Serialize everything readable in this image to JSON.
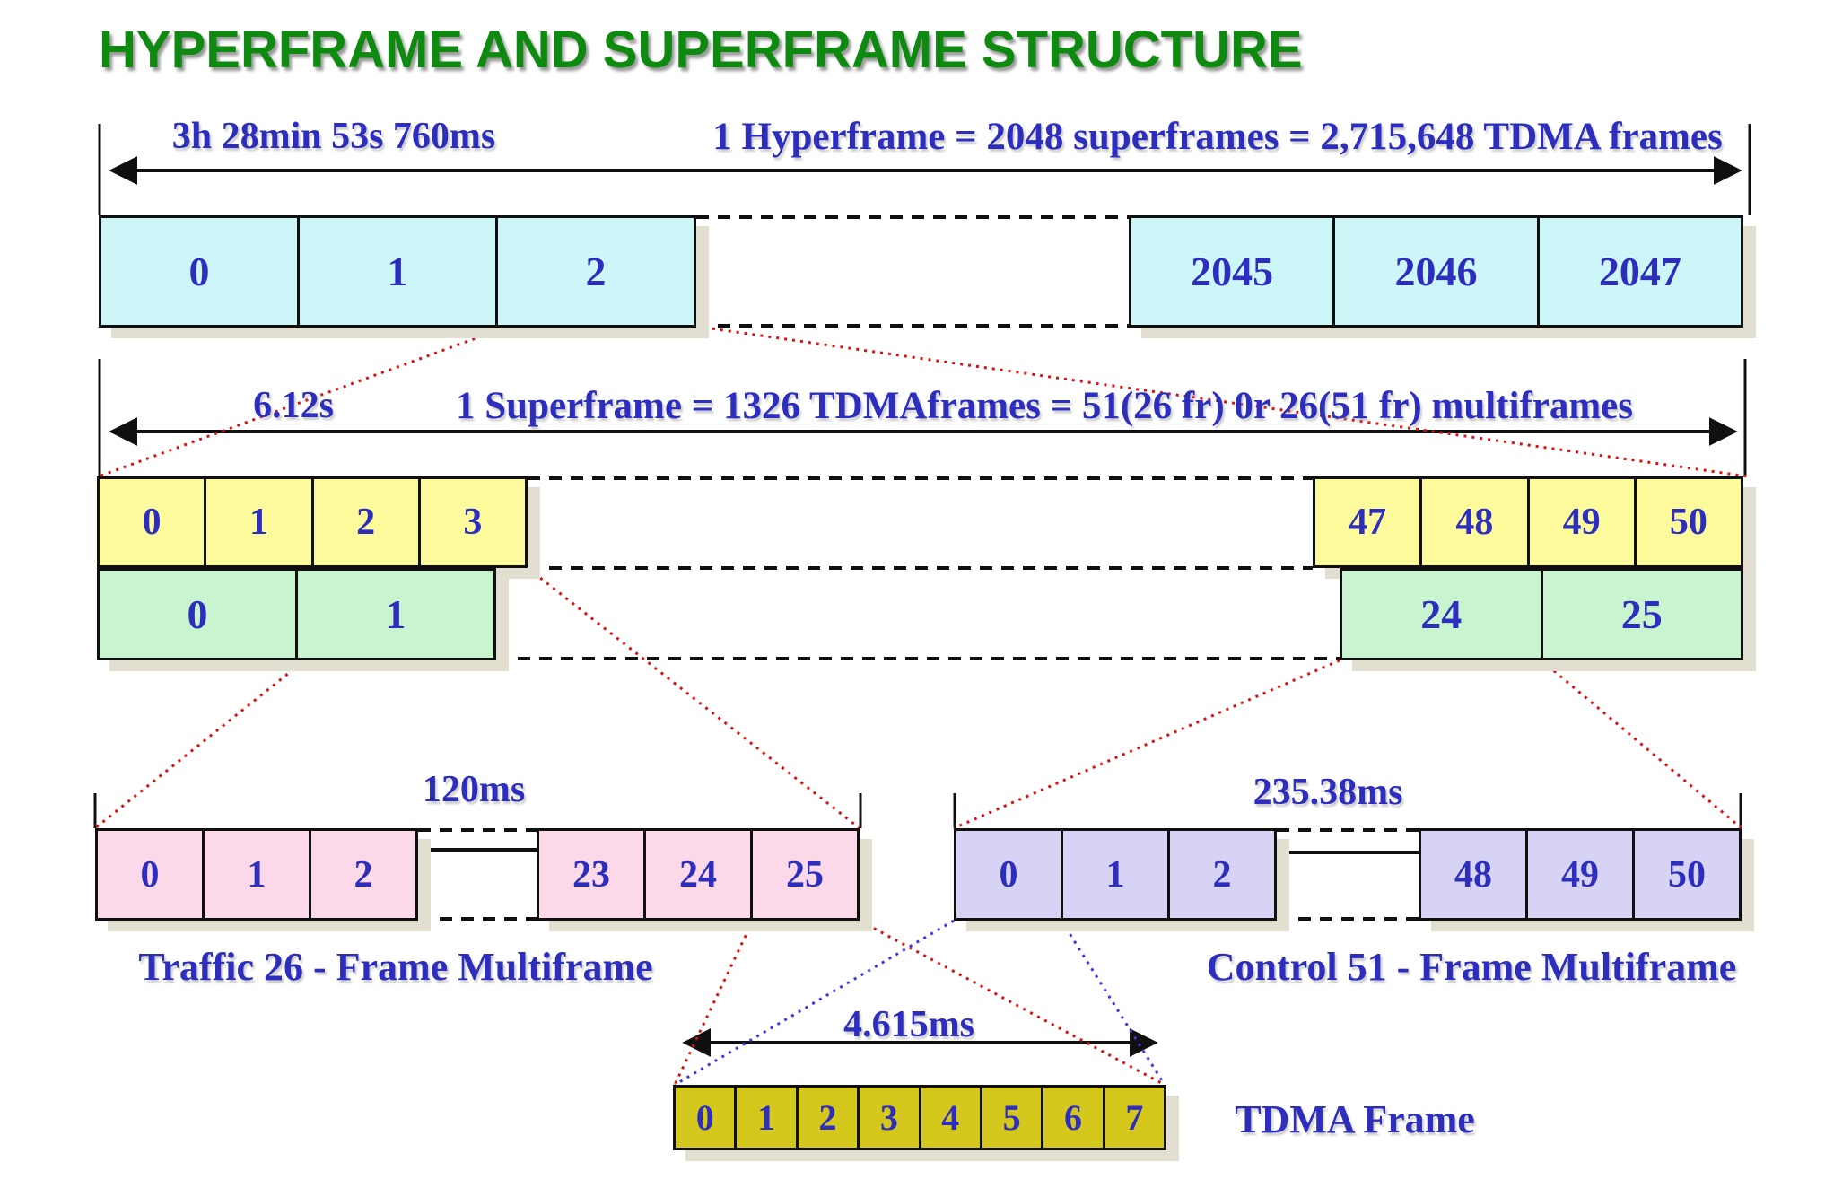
{
  "title": "HYPERFRAME AND SUPERFRAME STRUCTURE",
  "hyperframe": {
    "duration_label": "3h 28min 53s 760ms",
    "formula_label": "1 Hyperframe = 2048 superframes = 2,715,648 TDMA frames",
    "cells_left": [
      "0",
      "1",
      "2"
    ],
    "cells_right": [
      "2045",
      "2046",
      "2047"
    ]
  },
  "superframe": {
    "duration_label": "6.12s",
    "formula_label": "1 Superframe = 1326 TDMAframes = 51(26 fr) 0r 26(51 fr) multiframes",
    "multiframe26_row": {
      "cells_left": [
        "0",
        "1",
        "2",
        "3"
      ],
      "cells_right": [
        "47",
        "48",
        "49",
        "50"
      ]
    },
    "multiframe51_row": {
      "cells_left": [
        "0",
        "1"
      ],
      "cells_right": [
        "24",
        "25"
      ]
    }
  },
  "traffic_multiframe": {
    "duration_label": "120ms",
    "caption": "Traffic 26 - Frame Multiframe",
    "cells_left": [
      "0",
      "1",
      "2"
    ],
    "cells_right": [
      "23",
      "24",
      "25"
    ]
  },
  "control_multiframe": {
    "duration_label": "235.38ms",
    "caption": "Control 51 - Frame Multiframe",
    "cells_left": [
      "0",
      "1",
      "2"
    ],
    "cells_right": [
      "48",
      "49",
      "50"
    ]
  },
  "tdma_frame": {
    "duration_label": "4.615ms",
    "caption": "TDMA Frame",
    "cells": [
      "0",
      "1",
      "2",
      "3",
      "4",
      "5",
      "6",
      "7"
    ]
  },
  "colors": {
    "title_green": "#0f8a10",
    "label_blue": "#2d2dbe",
    "hyperframe_cyan": "#cdf6f9",
    "multiframe26_yellow": "#fcfa9b",
    "multiframe51_green": "#c8f5cf",
    "traffic_pink": "#fcd9e9",
    "control_lavender": "#d6d3f4",
    "tdma_olive": "#d4c81c",
    "connector_red": "#dd1111",
    "connector_blue": "#3a3ae0",
    "shadow_beige": "#e3dfd0"
  }
}
